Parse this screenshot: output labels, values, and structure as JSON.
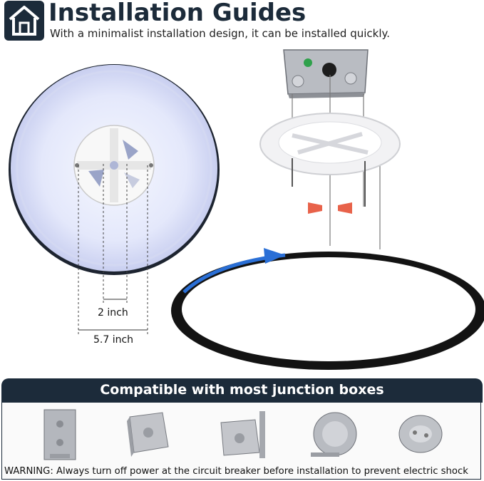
{
  "header": {
    "title": "Installation Guides",
    "subtitle": "With a minimalist installation design, it can be installed quickly.",
    "logo_icon": "house-wrench-icon"
  },
  "dimensions": {
    "inner": "2 inch",
    "outer": "5.7 inch"
  },
  "compatibility": {
    "banner": "Compatible with most junction boxes",
    "boxes": [
      "rectangular-junction-box-icon",
      "square-junction-box-icon",
      "square-box-with-bracket-icon",
      "round-junction-box-icon",
      "round-pancake-box-icon"
    ]
  },
  "warning": "WARNING: Always turn off power at the circuit breaker before installation to prevent electric shock",
  "colors": {
    "brand": "#1c2b3a",
    "accent_arrow": "#2a6fd6",
    "wire_nut": "#e8624a"
  }
}
